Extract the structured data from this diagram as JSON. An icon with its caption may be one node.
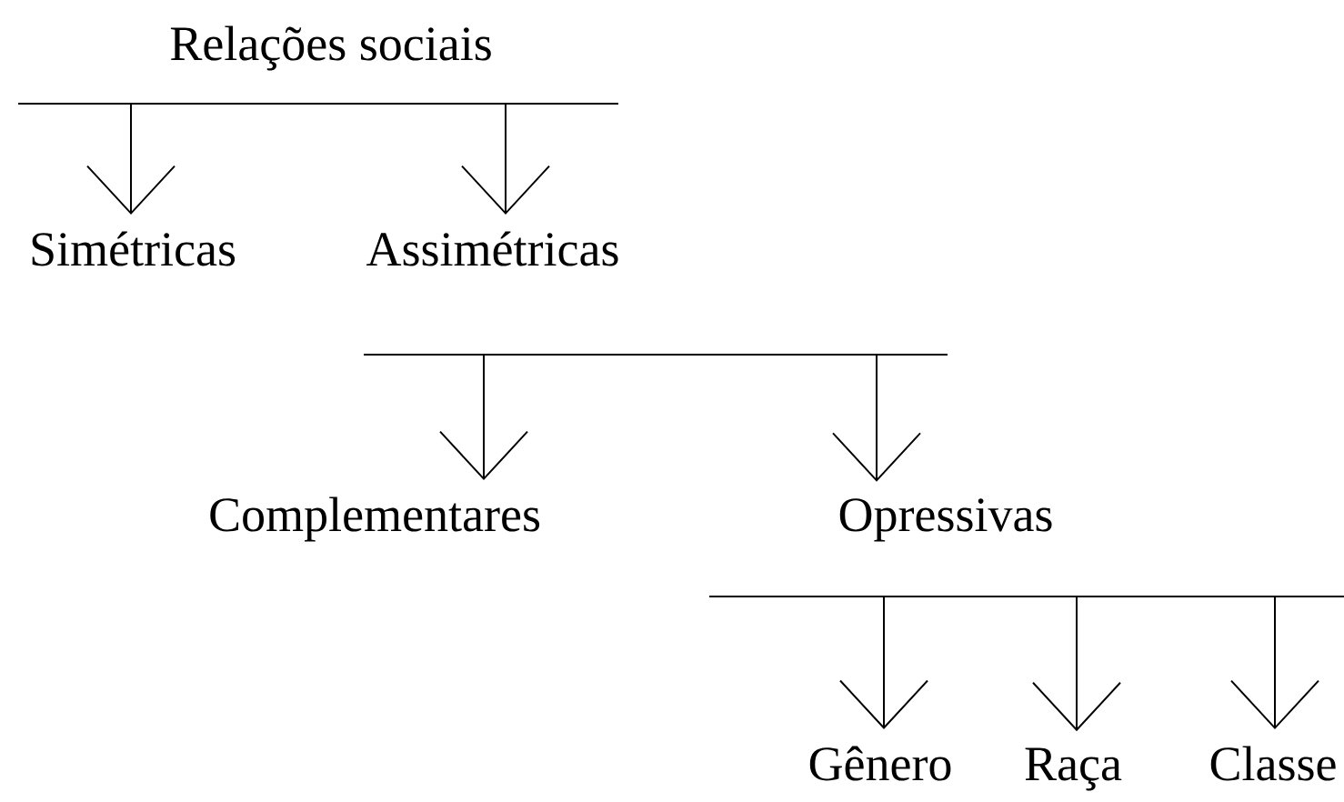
{
  "diagram": {
    "nodes": [
      {
        "text": [
          "Relações sociais"
        ]
      },
      {
        "text": [
          "Simétricas"
        ]
      },
      {
        "text": [
          "Assimétricas"
        ]
      },
      {
        "text": [
          "Complementares"
        ]
      },
      {
        "text": [
          "Opressivas"
        ]
      },
      {
        "text": [
          "Gênero"
        ]
      },
      {
        "text": [
          "Raça"
        ]
      },
      {
        "text": [
          "Classe"
        ]
      }
    ],
    "edges": [
      {
        "from": 0,
        "to": 1,
        "arrow": "to"
      },
      {
        "from": 0,
        "to": 2,
        "arrow": "to"
      },
      {
        "from": 2,
        "to": 3,
        "arrow": "to"
      },
      {
        "from": 2,
        "to": 4,
        "arrow": "to"
      },
      {
        "from": 4,
        "to": 5,
        "arrow": "to"
      },
      {
        "from": 4,
        "to": 6,
        "arrow": "to"
      },
      {
        "from": 4,
        "to": 7,
        "arrow": "to"
      }
    ]
  }
}
